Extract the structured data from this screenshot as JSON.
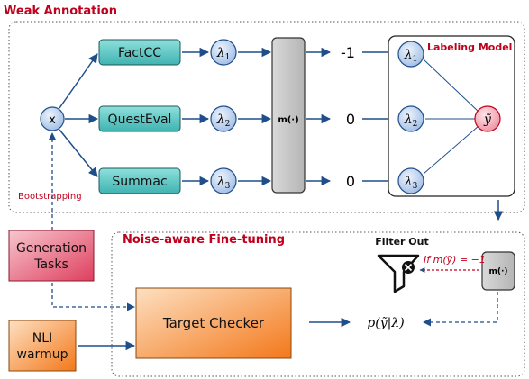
{
  "weak_annotation": {
    "title": "Weak Annotation",
    "input_node": "x",
    "metrics": [
      "FactCC",
      "QuestEval",
      "Summac"
    ],
    "lambda_base": "λ",
    "lambda_subscripts": [
      "1",
      "2",
      "3"
    ],
    "aggregator": "m(·)",
    "outputs": [
      "-1",
      "0",
      "0"
    ],
    "labeling_model_title": "Labeling Model",
    "y_tilde": "ỹ",
    "bootstrapping": "Bootstrapping"
  },
  "noise_aware": {
    "title": "Noise-aware Fine-tuning",
    "generation_tasks": [
      "Generation",
      "Tasks"
    ],
    "nli_warmup": [
      "NLI",
      "warmup"
    ],
    "target_checker": "Target Checker",
    "filter_out": "Filter Out",
    "filter_condition": "If m(ỹ) = −1",
    "aggregator": "m(·)",
    "posterior": "p(ỹ|λ)"
  },
  "colors": {
    "title_red": "#c0001c",
    "arrow_blue": "#1f4e8a",
    "teal_box": "#5cc4c2",
    "lambda_node": "#bcd3f0",
    "gray_box": "#c8c8c8",
    "pink_node": "#f5a9b4",
    "gen_box": "#e8637a",
    "orange_box": "#f58a2e"
  },
  "icons": [
    "filter-icon",
    "close-icon"
  ]
}
